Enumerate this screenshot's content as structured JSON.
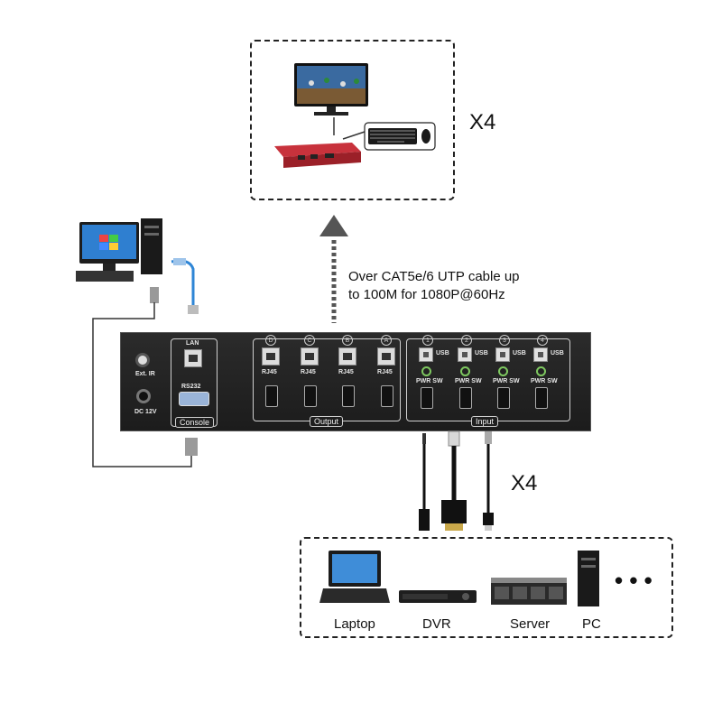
{
  "multiplier_top": "X4",
  "multiplier_bottom": "X4",
  "cable_note_line1": "Over CAT5e/6 UTP cable up",
  "cable_note_line2": "to 100M for 1080P@60Hz",
  "panel": {
    "ext_ir": "Ext. IR",
    "dc": "DC 12V",
    "lan": "LAN",
    "rs232": "RS232",
    "console": "Console",
    "output": "Output",
    "input": "Input",
    "rj45": "RJ45",
    "usb": "USB",
    "pwr_sw": "PWR SW",
    "output_ports": [
      "D",
      "C",
      "B",
      "A"
    ],
    "input_ports": [
      "1",
      "2",
      "3",
      "4"
    ]
  },
  "sources": {
    "laptop": "Laptop",
    "dvr": "DVR",
    "server": "Server",
    "pc": "PC",
    "more": "• • •"
  },
  "colors": {
    "panel": "#222222",
    "led_green": "#7ec860",
    "cable_blue": "#2f86d6",
    "extender_red": "#c8323c"
  }
}
